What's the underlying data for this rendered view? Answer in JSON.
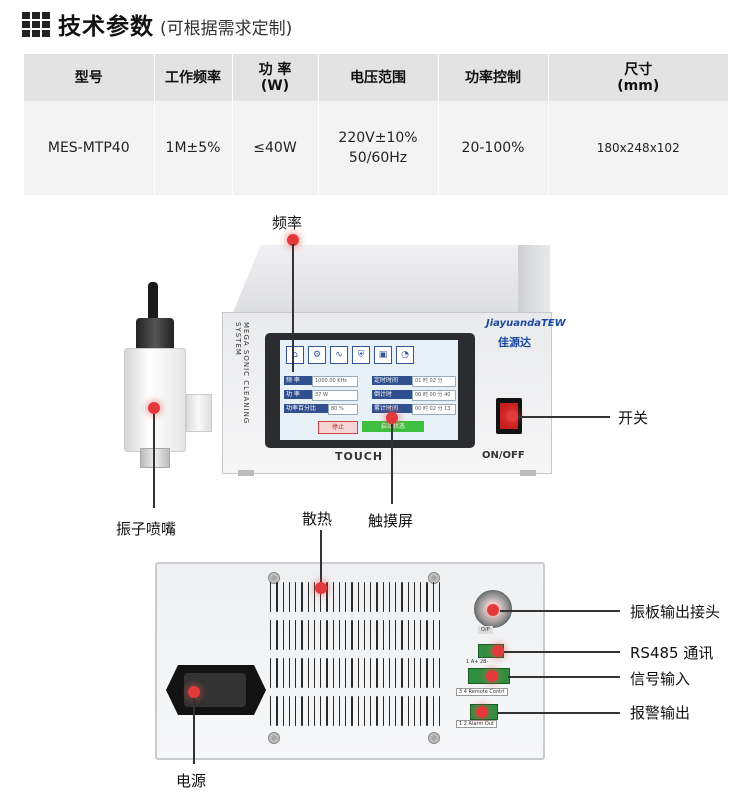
{
  "header": {
    "icon": "grid-icon",
    "title": "技术参数",
    "subtitle": "(可根据需求定制)"
  },
  "spec_table": {
    "headers": [
      "型号",
      "工作频率",
      "功 率\n(W)",
      "电压范围",
      "功率控制",
      "尺寸\n(mm)"
    ],
    "row": [
      "MES-MTP40",
      "1M±5%",
      "≤40W",
      "220V±10%\n50/60Hz",
      "20-100%",
      "180x248x102"
    ]
  },
  "front_device": {
    "brand": "JiayuandaTEW",
    "brand_cn": "佳源达",
    "side_text": "MEGA SONIC CLEANING SYSTEM",
    "touch_label": "TOUCH",
    "onoff_label": "ON/OFF",
    "screen": {
      "rows": [
        {
          "label": "频 率",
          "value": "1000.00 KHz",
          "label2": "定时时间",
          "value2": "01 时 02 分"
        },
        {
          "label": "功 率",
          "value": "37 W",
          "label2": "倒计时",
          "value2": "00 时 00 分 40"
        },
        {
          "label": "功率百分比",
          "value": "80 %",
          "label2": "累计时间",
          "value2": "00 时 02 分 13"
        }
      ],
      "stop_button": "停止",
      "start_button": "启动状态"
    }
  },
  "callouts": {
    "frequency": "频率",
    "switch": "开关",
    "nozzle": "振子喷嘴",
    "touchscreen": "触摸屏",
    "cooling": "散热",
    "board_connector": "振板输出接头",
    "rs485": "RS485 通讯",
    "signal_input": "信号输入",
    "alarm_output": "报警输出",
    "power": "电源"
  },
  "rear_device": {
    "terminal_1": "1 A+ 2B-",
    "terminal_2": "3 4 Remote Contrl",
    "terminal_3": "1 2 Alarm Out",
    "bnc_tag": "O/P"
  }
}
